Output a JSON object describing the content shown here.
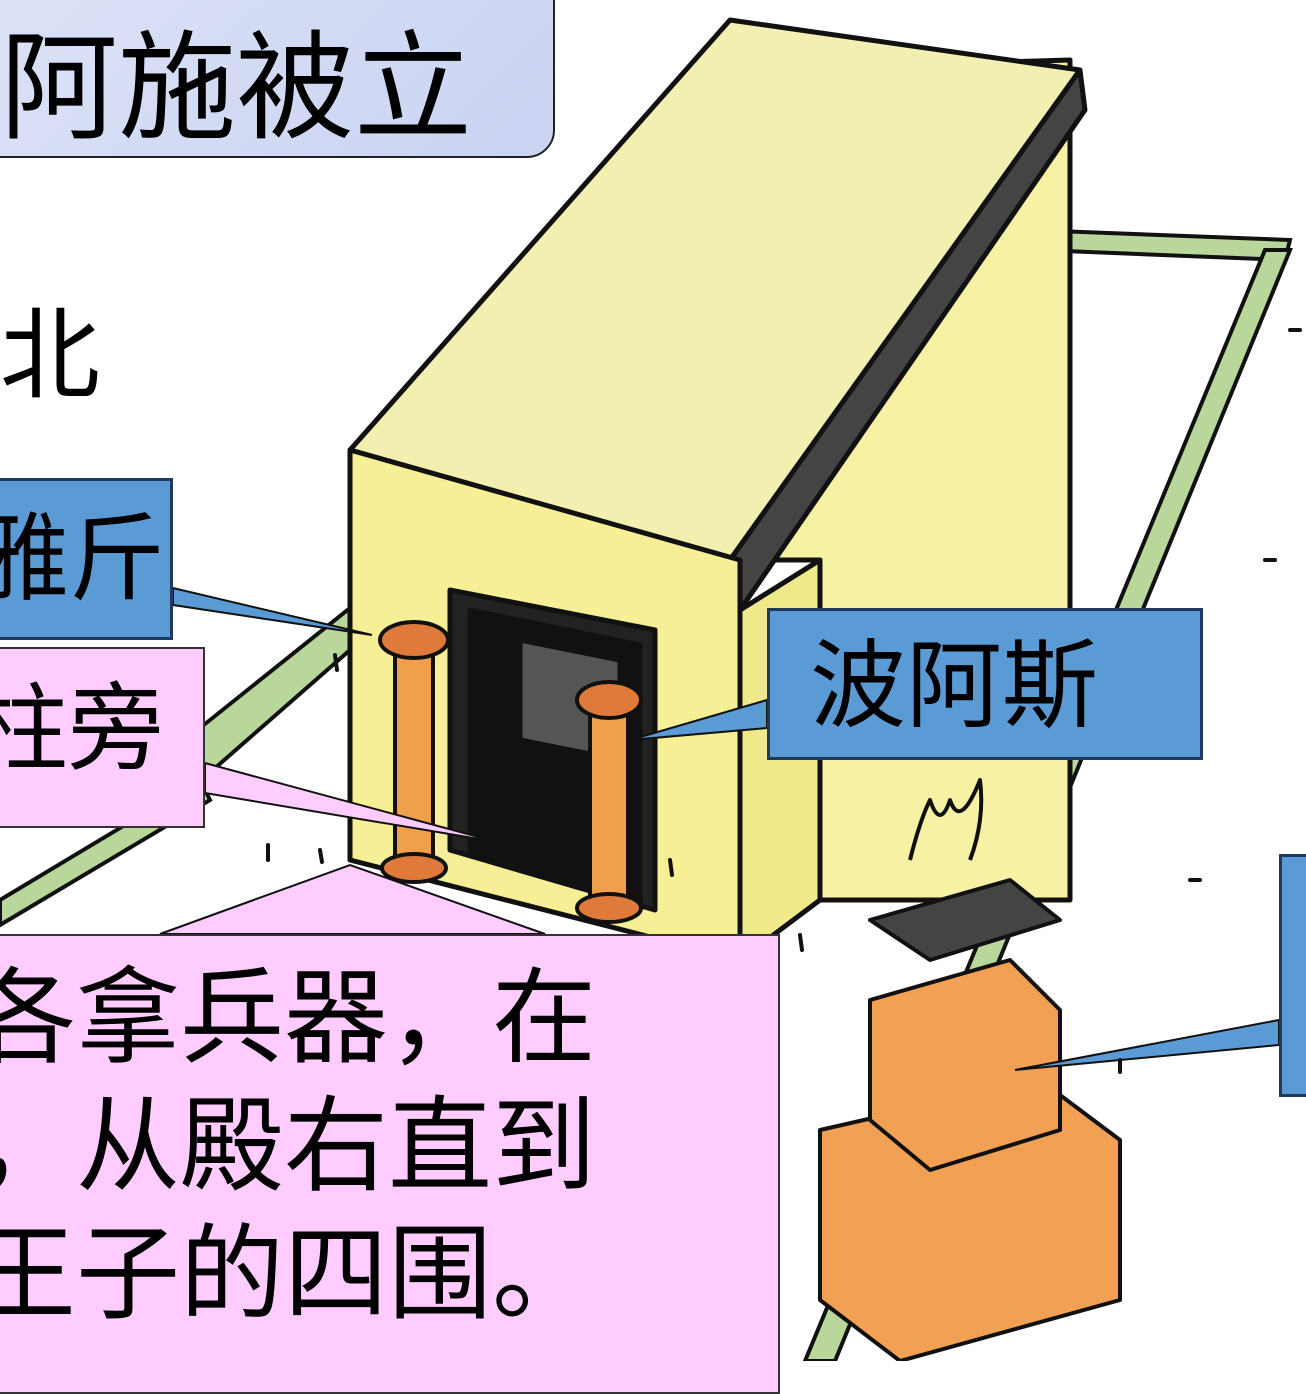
{
  "title": "阿施被立",
  "fragment_text": "北",
  "callouts": {
    "blue_left": "雅斤",
    "blue_right": "波阿斯",
    "pink_left": "柱旁",
    "pink_main": [
      "各拿兵器，在",
      "，从殿右直到",
      "王子的四围。"
    ]
  },
  "colors": {
    "blue_callout": "#5b9bd5",
    "pink_callout": "#ffccff",
    "title_box": "#cdd6f3",
    "temple_wall": "#f7f2a3",
    "temple_roof": "#f3efb0",
    "pillar": "#f0a04b",
    "altar": "#f2a154",
    "court_border": "#a7c98a"
  },
  "illustration": {
    "icon": "temple-illustration"
  }
}
